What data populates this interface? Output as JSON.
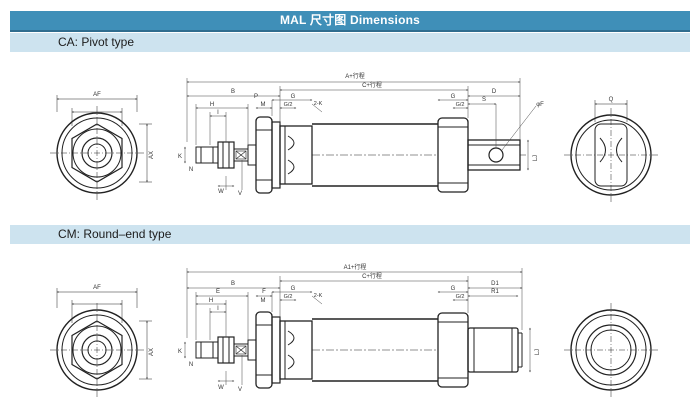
{
  "header": {
    "title": "MAL 尺寸图 Dimensions"
  },
  "sections": [
    {
      "label": "CA: Pivot type",
      "dims": {
        "overall": "A+行程",
        "body": "C+行程",
        "b": "B",
        "d": "D",
        "h": "H",
        "m": "M",
        "p": "P",
        "g_left": "G",
        "g2_left": "G/2",
        "k2": "2-K",
        "g_right": "G",
        "g2_right": "G/2",
        "s": "S",
        "i": "I",
        "phi_f": "φF",
        "lj": "LJ",
        "q": "Q",
        "k": "K",
        "n": "N",
        "w": "W",
        "v": "V",
        "af": "AF",
        "ax": "AX"
      }
    },
    {
      "label": "CM: Round–end type",
      "dims": {
        "overall": "A1+行程",
        "body": "C+行程",
        "b": "B",
        "e": "E",
        "f": "F",
        "h": "H",
        "m": "M",
        "g_left": "G",
        "g2_left": "G/2",
        "k2": "2-K",
        "g_right": "G",
        "g2_right": "G/2",
        "d1": "D1",
        "r1": "R1",
        "i": "I",
        "lj": "LJ",
        "k": "K",
        "n": "N",
        "w": "W",
        "v": "V",
        "af": "AF",
        "ax": "AX"
      }
    }
  ]
}
